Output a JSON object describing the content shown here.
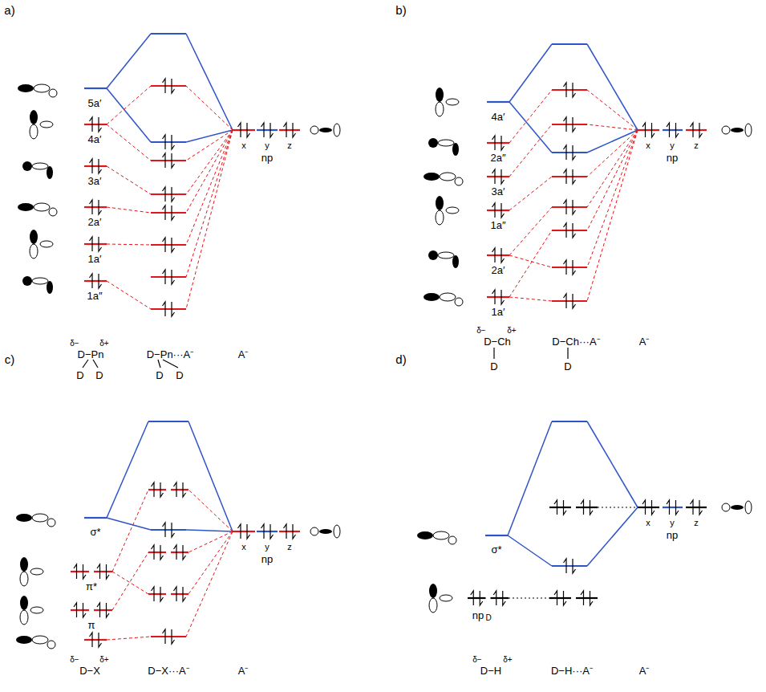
{
  "diagram": {
    "labels": [
      "a)",
      "5a′",
      "4a′",
      "3a′",
      "2a′",
      "1a′",
      "1a″",
      "x",
      "y",
      "z",
      "np",
      "δ−",
      "δ+",
      "D−Pn",
      "D",
      "D",
      "D−Pn···A⁻",
      "D",
      "D",
      "A⁻",
      "b)",
      "4a′",
      "2a″",
      "3a′",
      "1a″",
      "2a′",
      "1a′",
      "x",
      "y",
      "z",
      "np",
      "δ−",
      "δ+",
      "D−Ch",
      "D",
      "D−Ch···A⁻",
      "D",
      "A⁻",
      "c)",
      "σ*",
      "π*",
      "π",
      "x",
      "y",
      "z",
      "np",
      "δ−",
      "δ+",
      "D−X",
      "D−X···A⁻",
      "A⁻",
      "d)",
      "σ*",
      "np",
      "D",
      "x",
      "y",
      "z",
      "np",
      "δ−",
      "δ+",
      "D−H",
      "D−H···A⁻",
      "A⁻"
    ]
  }
}
